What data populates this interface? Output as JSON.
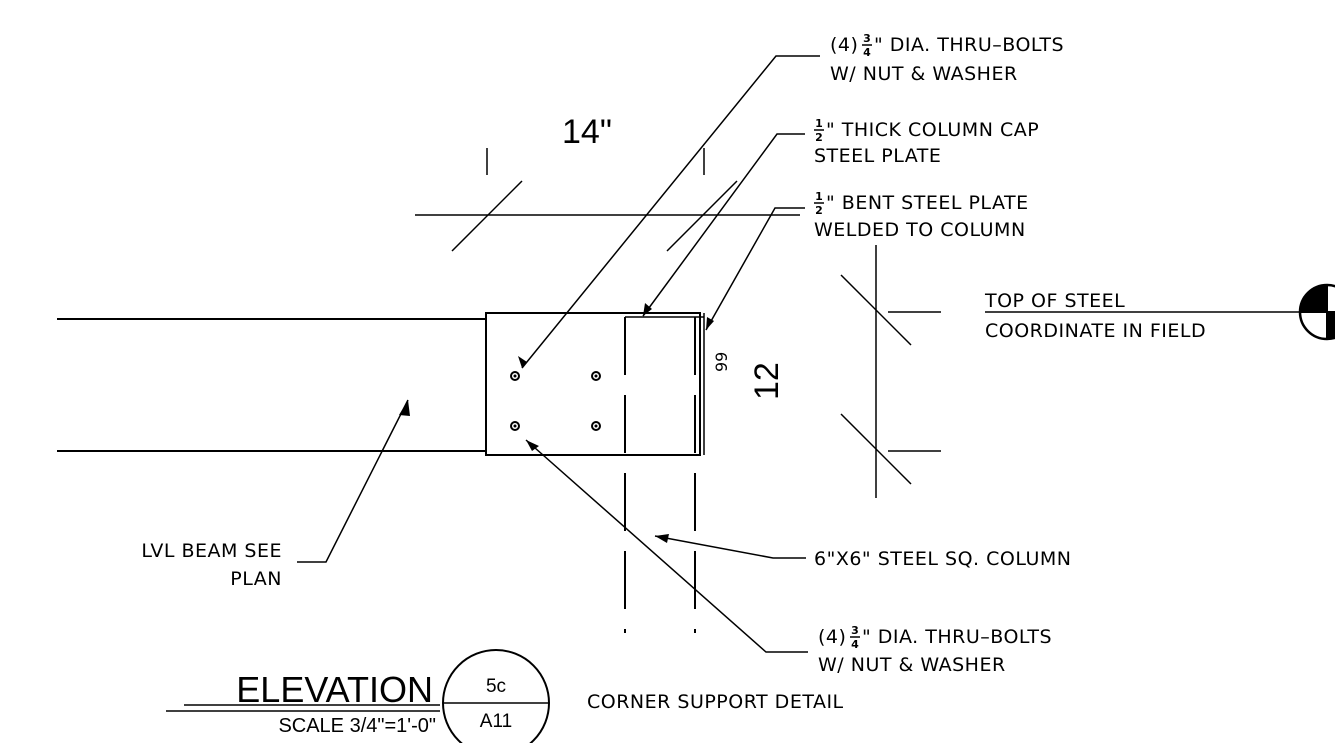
{
  "notes": {
    "bolts_top_qty": "(4)",
    "bolts_top_frac_num": "3",
    "bolts_top_frac_den": "4",
    "bolts_top_line1": "\" DIA. THRU–BOLTS",
    "bolts_top_line2": "W/ NUT & WASHER",
    "cap_frac_num": "1",
    "cap_frac_den": "2",
    "cap_line1": "\" THICK COLUMN CAP",
    "cap_line2": "STEEL PLATE",
    "bent_frac_num": "1",
    "bent_frac_den": "2",
    "bent_line1": "\" BENT STEEL PLATE",
    "bent_line2": "WELDED TO COLUMN",
    "top_of_steel": "TOP OF STEEL",
    "coordinate": "COORDINATE IN FIELD",
    "lvl_line1": "LVL BEAM SEE",
    "lvl_line2": "PLAN",
    "column": "6\"X6\" STEEL SQ. COLUMN",
    "bolts_bot_qty": "(4)",
    "bolts_bot_frac_num": "3",
    "bolts_bot_frac_den": "4",
    "bolts_bot_line1": "\" DIA. THRU–BOLTS",
    "bolts_bot_line2": "W/ NUT & WASHER",
    "detail_name": "CORNER SUPPORT DETAIL"
  },
  "dimensions": {
    "width": "14\"",
    "height": "12",
    "height_mark": "\"",
    "height_mark_glyph": "99"
  },
  "title_block": {
    "title": "ELEVATION",
    "scale": "SCALE 3/4\"=1'-0\"",
    "detail_number": "5c",
    "sheet": "A11"
  }
}
